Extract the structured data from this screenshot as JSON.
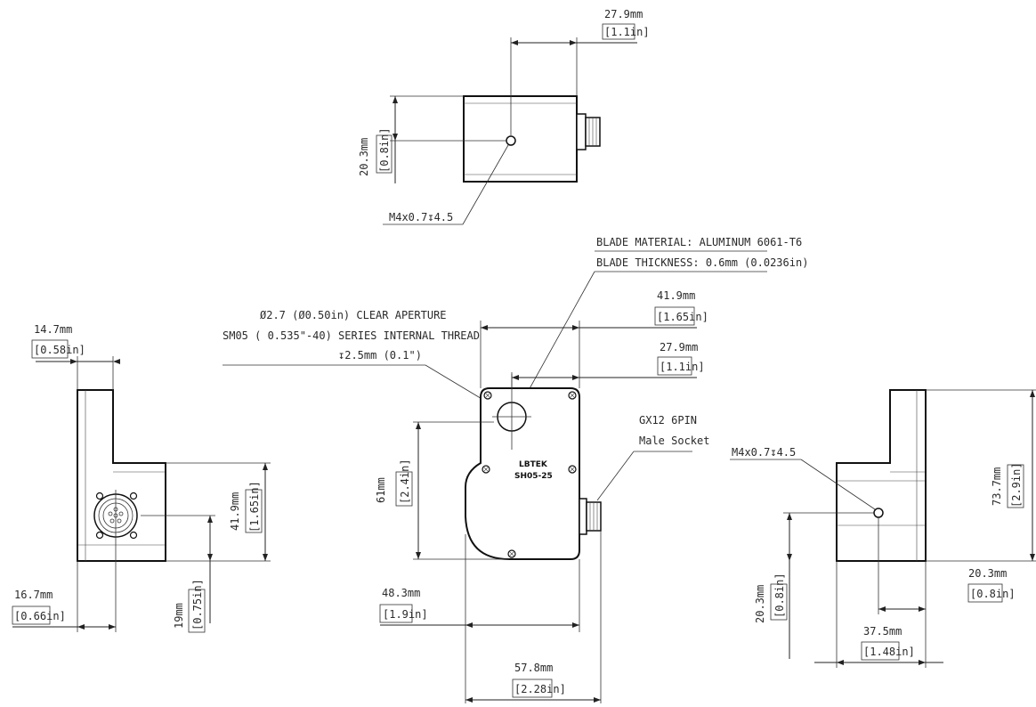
{
  "dimensions": {
    "top_width_mm": "27.9mm",
    "top_width_in": "[1.1in]",
    "top_height_mm": "20.3mm",
    "top_height_in": "[0.8in]",
    "top_thread": "M4x0.7↧4.5",
    "left_top_mm": "14.7mm",
    "left_top_in": "[0.58in]",
    "left_height_mm": "41.9mm",
    "left_height_in": "[1.65in]",
    "left_bottom_mm": "16.7mm",
    "left_bottom_in": "[0.66in]",
    "left_19_mm": "19mm",
    "left_19_in": "[0.75in]",
    "front_width_mm": "41.9mm",
    "front_width_in": "[1.65in]",
    "front_offset_mm": "27.9mm",
    "front_offset_in": "[1.1in]",
    "front_height_mm": "61mm",
    "front_height_in": "[2.4in]",
    "front_left_mm": "48.3mm",
    "front_left_in": "[1.9in]",
    "front_overall_mm": "57.8mm",
    "front_overall_in": "[2.28in]",
    "right_height_mm": "73.7mm",
    "right_height_in": "[2.9in]",
    "right_thread": "M4x0.7↧4.5",
    "right_20_mm": "20.3mm",
    "right_20_in": "[0.8in]",
    "right_left_mm": "20.3mm",
    "right_left_in": "[0.8in]",
    "right_bottom_mm": "37.5mm",
    "right_bottom_in": "[1.48in]"
  },
  "notes": {
    "blade_material": "BLADE MATERIAL: ALUMINUM 6061-T6",
    "blade_thickness": "BLADE THICKNESS: 0.6mm (0.0236in)",
    "aperture_line1": "Ø2.7 (Ø0.50in) CLEAR APERTURE",
    "aperture_line2": "SM05 ( 0.535\"-40) SERIES INTERNAL THREAD",
    "aperture_line3": "↧2.5mm (0.1\")",
    "connector_line1": "GX12 6PIN",
    "connector_line2": "Male Socket"
  },
  "logo": {
    "brand": "LBTEK",
    "model": "SH05-25"
  }
}
